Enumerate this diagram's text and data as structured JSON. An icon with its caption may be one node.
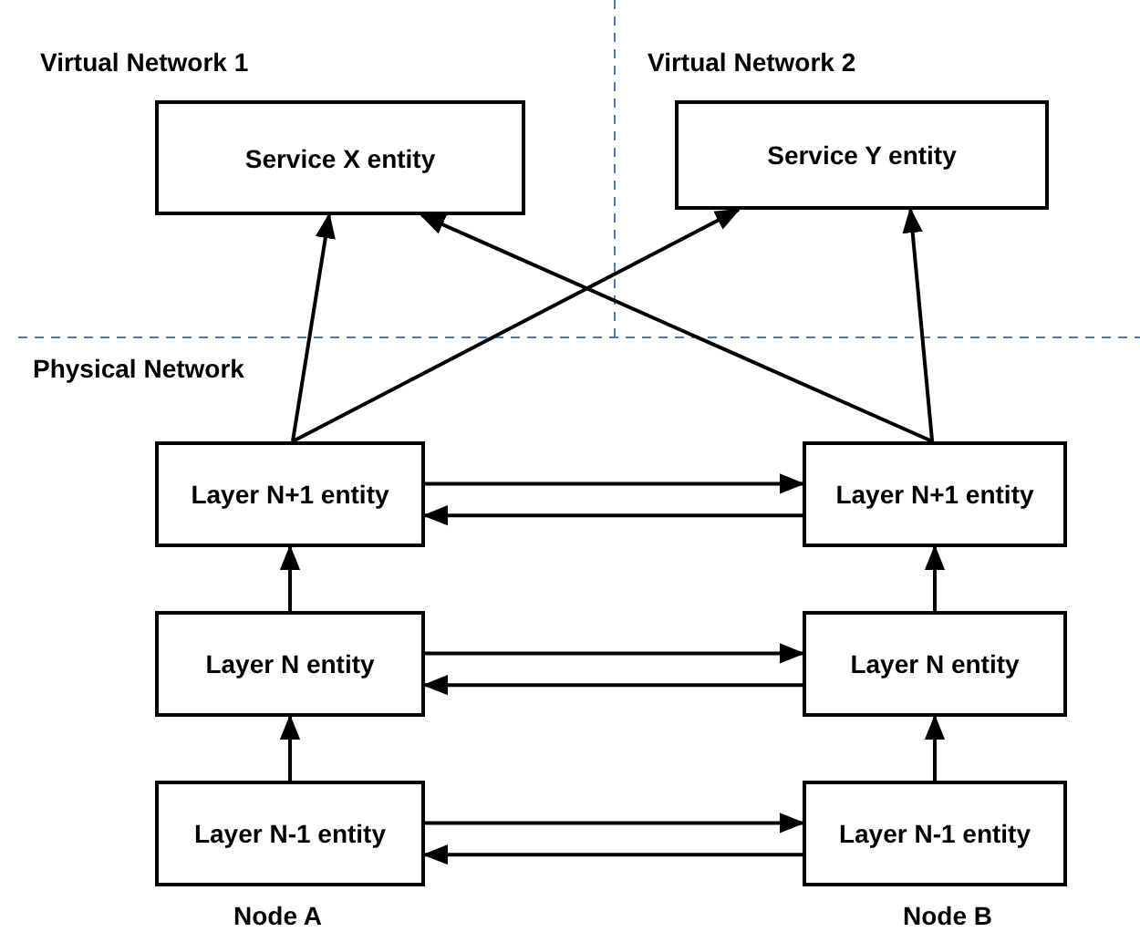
{
  "diagram": {
    "nodes": [
      {
        "text": [
          "Service X entity"
        ]
      },
      {
        "text": [
          "Service Y entity"
        ]
      },
      {
        "text": [
          "Layer N+1 entity"
        ]
      },
      {
        "text": [
          "Layer N+1 entity"
        ]
      },
      {
        "text": [
          "Layer N entity"
        ]
      },
      {
        "text": [
          "Layer N entity"
        ]
      },
      {
        "text": [
          "Layer N-1 entity"
        ]
      },
      {
        "text": [
          "Layer N-1 entity"
        ]
      }
    ],
    "edges": [
      {
        "from": 2,
        "to": 0,
        "arrow": "to"
      },
      {
        "from": 2,
        "to": 1,
        "arrow": "to"
      },
      {
        "from": 3,
        "to": 0,
        "arrow": "to"
      },
      {
        "from": 3,
        "to": 1,
        "arrow": "to"
      },
      {
        "from": 2,
        "to": 3,
        "arrow": "to"
      },
      {
        "from": 3,
        "to": 2,
        "arrow": "to"
      },
      {
        "from": 4,
        "to": 2,
        "arrow": "to"
      },
      {
        "from": 5,
        "to": 3,
        "arrow": "to"
      },
      {
        "from": 4,
        "to": 5,
        "arrow": "to"
      },
      {
        "from": 5,
        "to": 4,
        "arrow": "to"
      },
      {
        "from": 6,
        "to": 4,
        "arrow": "to"
      },
      {
        "from": 7,
        "to": 5,
        "arrow": "to"
      },
      {
        "from": 6,
        "to": 7,
        "arrow": "to"
      },
      {
        "from": 7,
        "to": 6,
        "arrow": "to"
      }
    ],
    "labels": [
      "Virtual Network 1",
      "Virtual Network 2",
      "Physical Network",
      "Node A",
      "Node B"
    ]
  }
}
